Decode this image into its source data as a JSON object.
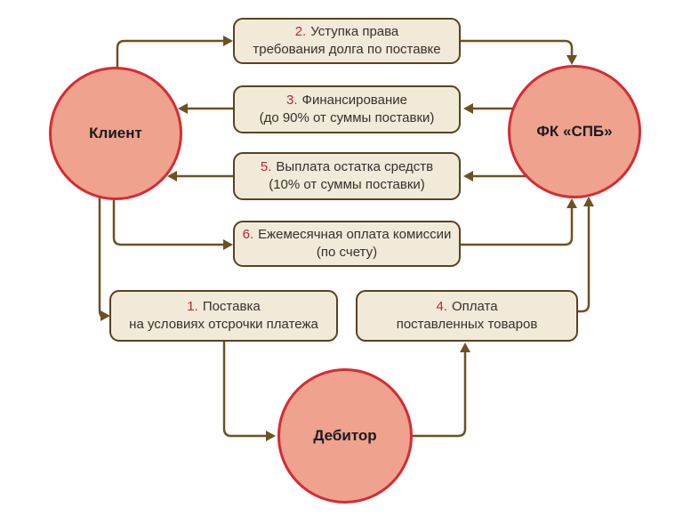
{
  "diagram": {
    "colors": {
      "background": "#ffffff",
      "node_fill": "#efa28e",
      "node_border": "#d62b33",
      "box_fill": "#f1ead9",
      "box_border": "#5a4220",
      "connector": "#6e5122",
      "step_number": "#c2272d",
      "box_text": "#35302b",
      "node_text": "#1c1b1a"
    },
    "nodes": {
      "client": {
        "label": "Клиент"
      },
      "factor": {
        "label": "ФК «СПБ»"
      },
      "debtor": {
        "label": "Дебитор"
      }
    },
    "steps": {
      "s1": {
        "number": "1.",
        "title": "Поставка",
        "subtitle": "на условиях отсрочки платежа"
      },
      "s2": {
        "number": "2.",
        "title": "Уступка права",
        "subtitle": "требования долга по поставке"
      },
      "s3": {
        "number": "3.",
        "title": "Финансирование",
        "subtitle": "(до 90% от суммы поставки)"
      },
      "s4": {
        "number": "4.",
        "title": "Оплата",
        "subtitle": "поставленных товаров"
      },
      "s5": {
        "number": "5.",
        "title": "Выплата остатка средств",
        "subtitle": "(10% от суммы поставки)"
      },
      "s6": {
        "number": "6.",
        "title": "Ежемесячная оплата комиссии",
        "subtitle": "(по счету)"
      }
    }
  }
}
